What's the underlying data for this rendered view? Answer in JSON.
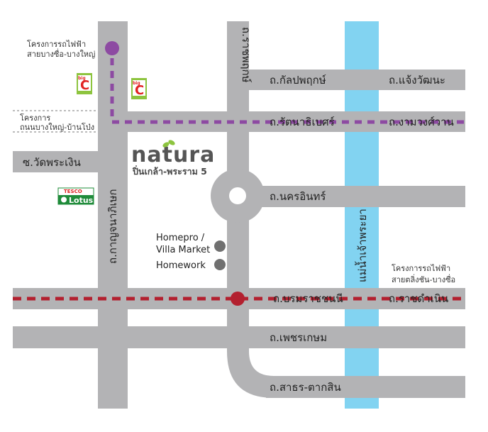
{
  "roads": {
    "ratchaphruek": "ถ.ราชพฤกษ์",
    "kanlapaphruek": "ถ.กัลปพฤกษ์",
    "chaengwattana": "ถ.แจ้งวัฒนะ",
    "rattanathibet": "ถ.รัตนาธิเบศร์",
    "ngamwongwan": "ถ.งามวงศ์วาน",
    "wat_phra_ngoen": "ซ.วัดพระเงิน",
    "nakhon_in": "ถ.นครอินทร์",
    "kanchanaphisek": "ถ.กาญจนาภิเษก",
    "borommaratchachonnani": "ถ.บรมราชชนนี",
    "ratchadamnoen": "ถ.ราชดำเนิน",
    "phetkasem": "ถ.เพชรเกษม",
    "sathon_taksin": "ถ.สาธร-ตากสิน",
    "chao_phraya": "แม่น้ำเจ้าพระยา"
  },
  "notes": {
    "purple_line_1": "โครงการรถไฟฟ้า",
    "purple_line_2": "สายบางซื่อ-บางใหญ่",
    "road_project_1": "โครงการ",
    "road_project_2": "ถนนบางใหญ่-บ้านโป่ง",
    "red_line_1": "โครงการรถไฟฟ้า",
    "red_line_2": "สายตลิ่งชัน-บางซื่อ"
  },
  "brand": {
    "name": "natura",
    "subtitle": "ปิ่นเกล้า-พระราม 5"
  },
  "places": {
    "homepro_1": "Homepro /",
    "homepro_2": "Villa Market",
    "homework": "Homework"
  },
  "logos": {
    "tesco": "TESCO",
    "lotus": "Lotus"
  },
  "colors": {
    "road": "#b3b3b5",
    "river": "#82d3f1",
    "purple_line": "#8d4aa2",
    "red_line": "#b3202f",
    "marker": "#707070",
    "bigc_green": "#8dc43f",
    "bigc_red": "#e12323",
    "lotus_green": "#1f8b3a",
    "brand_leaf": "#8dc43f"
  }
}
